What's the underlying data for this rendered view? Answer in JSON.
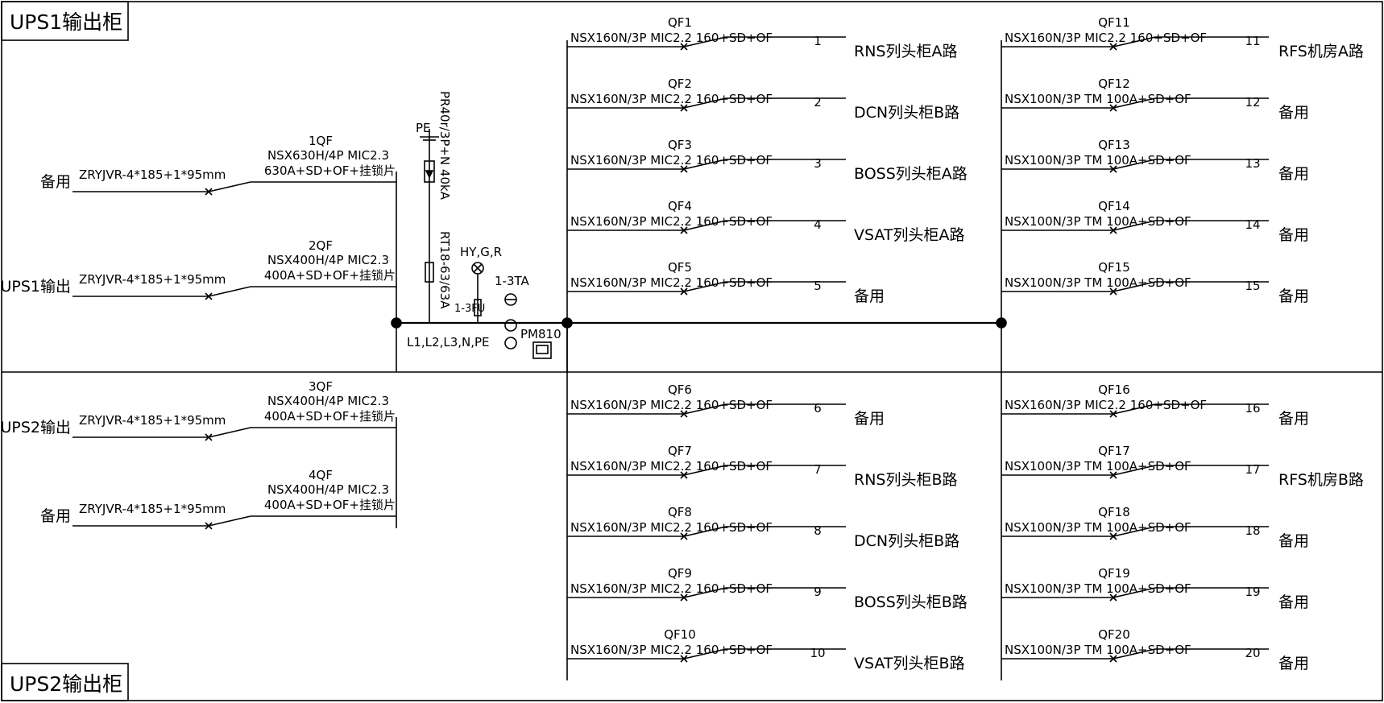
{
  "cabinets": {
    "ups1": "UPS1输出柜",
    "ups2": "UPS2输出柜"
  },
  "incomers": [
    {
      "id": "1QF",
      "source": "备用",
      "cable": "ZRYJVR-4*185+1*95mm",
      "model": "NSX630H/4P MIC2.3",
      "spec": "630A+SD+OF+挂锁片"
    },
    {
      "id": "2QF",
      "source": "UPS1输出",
      "cable": "ZRYJVR-4*185+1*95mm",
      "model": "NSX400H/4P MIC2.3",
      "spec": "400A+SD+OF+挂锁片"
    },
    {
      "id": "3QF",
      "source": "UPS2输出",
      "cable": "ZRYJVR-4*185+1*95mm",
      "model": "NSX400H/4P MIC2.3",
      "spec": "400A+SD+OF+挂锁片"
    },
    {
      "id": "4QF",
      "source": "备用",
      "cable": "ZRYJVR-4*185+1*95mm",
      "model": "NSX400H/4P MIC2.3",
      "spec": "400A+SD+OF+挂锁片"
    }
  ],
  "center": {
    "pe": "PE",
    "spd": "PR40r/3P+N 40kA",
    "fuse": "RT18-63/63A",
    "lamp": "HY,G,R",
    "ct": "1-3TA",
    "fu": "1-3FU",
    "meter": "PM810",
    "bus": "L1,L2,L3,N,PE"
  },
  "feeders": [
    {
      "id": "QF1",
      "model": "NSX160N/3P MIC2.2 160+SD+OF",
      "no": "1",
      "dest": "RNS列头柜A路"
    },
    {
      "id": "QF2",
      "model": "NSX160N/3P MIC2.2 160+SD+OF",
      "no": "2",
      "dest": "DCN列头柜B路"
    },
    {
      "id": "QF3",
      "model": "NSX160N/3P MIC2.2 160+SD+OF",
      "no": "3",
      "dest": "BOSS列头柜A路"
    },
    {
      "id": "QF4",
      "model": "NSX160N/3P MIC2.2 160+SD+OF",
      "no": "4",
      "dest": "VSAT列头柜A路"
    },
    {
      "id": "QF5",
      "model": "NSX160N/3P MIC2.2 160+SD+OF",
      "no": "5",
      "dest": "备用"
    },
    {
      "id": "QF6",
      "model": "NSX160N/3P MIC2.2 160+SD+OF",
      "no": "6",
      "dest": "备用"
    },
    {
      "id": "QF7",
      "model": "NSX160N/3P MIC2.2 160+SD+OF",
      "no": "7",
      "dest": "RNS列头柜B路"
    },
    {
      "id": "QF8",
      "model": "NSX160N/3P MIC2.2 160+SD+OF",
      "no": "8",
      "dest": "DCN列头柜B路"
    },
    {
      "id": "QF9",
      "model": "NSX160N/3P MIC2.2 160+SD+OF",
      "no": "9",
      "dest": "BOSS列头柜B路"
    },
    {
      "id": "QF10",
      "model": "NSX160N/3P MIC2.2 160+SD+OF",
      "no": "10",
      "dest": "VSAT列头柜B路"
    },
    {
      "id": "QF11",
      "model": "NSX160N/3P MIC2.2 160+SD+OF",
      "no": "11",
      "dest": "RFS机房A路"
    },
    {
      "id": "QF12",
      "model": "NSX100N/3P TM 100A+SD+OF",
      "no": "12",
      "dest": "备用"
    },
    {
      "id": "QF13",
      "model": "NSX100N/3P TM 100A+SD+OF",
      "no": "13",
      "dest": "备用"
    },
    {
      "id": "QF14",
      "model": "NSX100N/3P TM 100A+SD+OF",
      "no": "14",
      "dest": "备用"
    },
    {
      "id": "QF15",
      "model": "NSX100N/3P TM 100A+SD+OF",
      "no": "15",
      "dest": "备用"
    },
    {
      "id": "QF16",
      "model": "NSX160N/3P MIC2.2 160+SD+OF",
      "no": "16",
      "dest": "备用"
    },
    {
      "id": "QF17",
      "model": "NSX100N/3P TM 100A+SD+OF",
      "no": "17",
      "dest": "RFS机房B路"
    },
    {
      "id": "QF18",
      "model": "NSX100N/3P TM 100A+SD+OF",
      "no": "18",
      "dest": "备用"
    },
    {
      "id": "QF19",
      "model": "NSX100N/3P TM 100A+SD+OF",
      "no": "19",
      "dest": "备用"
    },
    {
      "id": "QF20",
      "model": "NSX100N/3P TM 100A+SD+OF",
      "no": "20",
      "dest": "备用"
    }
  ]
}
